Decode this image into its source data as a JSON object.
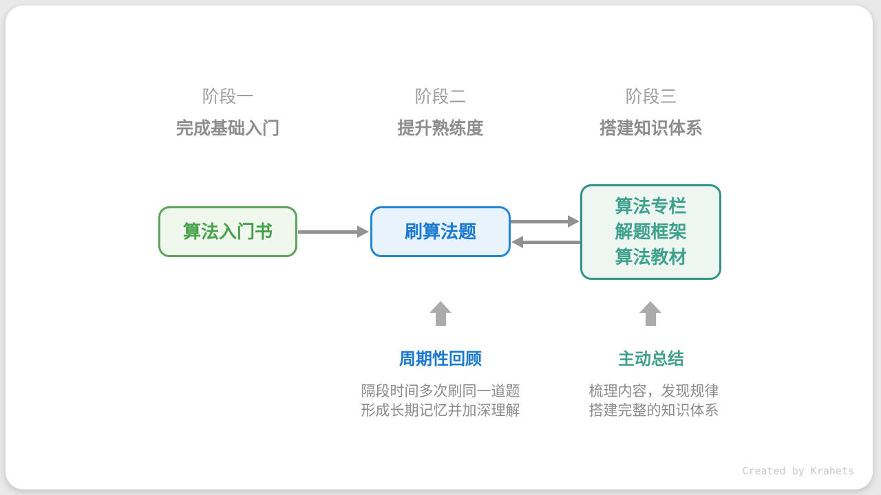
{
  "page": {
    "background_color": "#e9e9e9",
    "card_color": "#ffffff",
    "credit": "Created by Krahets"
  },
  "stages": [
    {
      "label": "阶段一",
      "subtitle": "完成基础入门"
    },
    {
      "label": "阶段二",
      "subtitle": "提升熟练度"
    },
    {
      "label": "阶段三",
      "subtitle": "搭建知识体系"
    }
  ],
  "nodes": {
    "intro_book": {
      "label": "算法入门书",
      "text_color": "#46a049",
      "border_color": "#5da35b",
      "background": "#f0f7ed"
    },
    "practice": {
      "label": "刷算法题",
      "text_color": "#1879cf",
      "border_color": "#1e86d3",
      "background": "#e9f3fb"
    },
    "knowledge": {
      "lines": [
        "算法专栏",
        "解题框架",
        "算法教材"
      ],
      "text_color": "#3fa08d",
      "border_color": "#2f9384",
      "background": "#edf6f1"
    }
  },
  "arrows": {
    "color": "#929292",
    "block_arrow_color": "#ababab",
    "connections": [
      "intro_book -> practice",
      "practice -> knowledge",
      "knowledge -> practice"
    ]
  },
  "annotations": {
    "periodic_review": {
      "title": "周期性回顾",
      "color": "#1878cf",
      "lines": [
        "隔段时间多次刷同一道题",
        "形成长期记忆并加深理解"
      ]
    },
    "active_summary": {
      "title": "主动总结",
      "color": "#3fa08d",
      "lines": [
        "梳理内容，发现规律",
        "搭建完整的知识体系"
      ]
    }
  }
}
